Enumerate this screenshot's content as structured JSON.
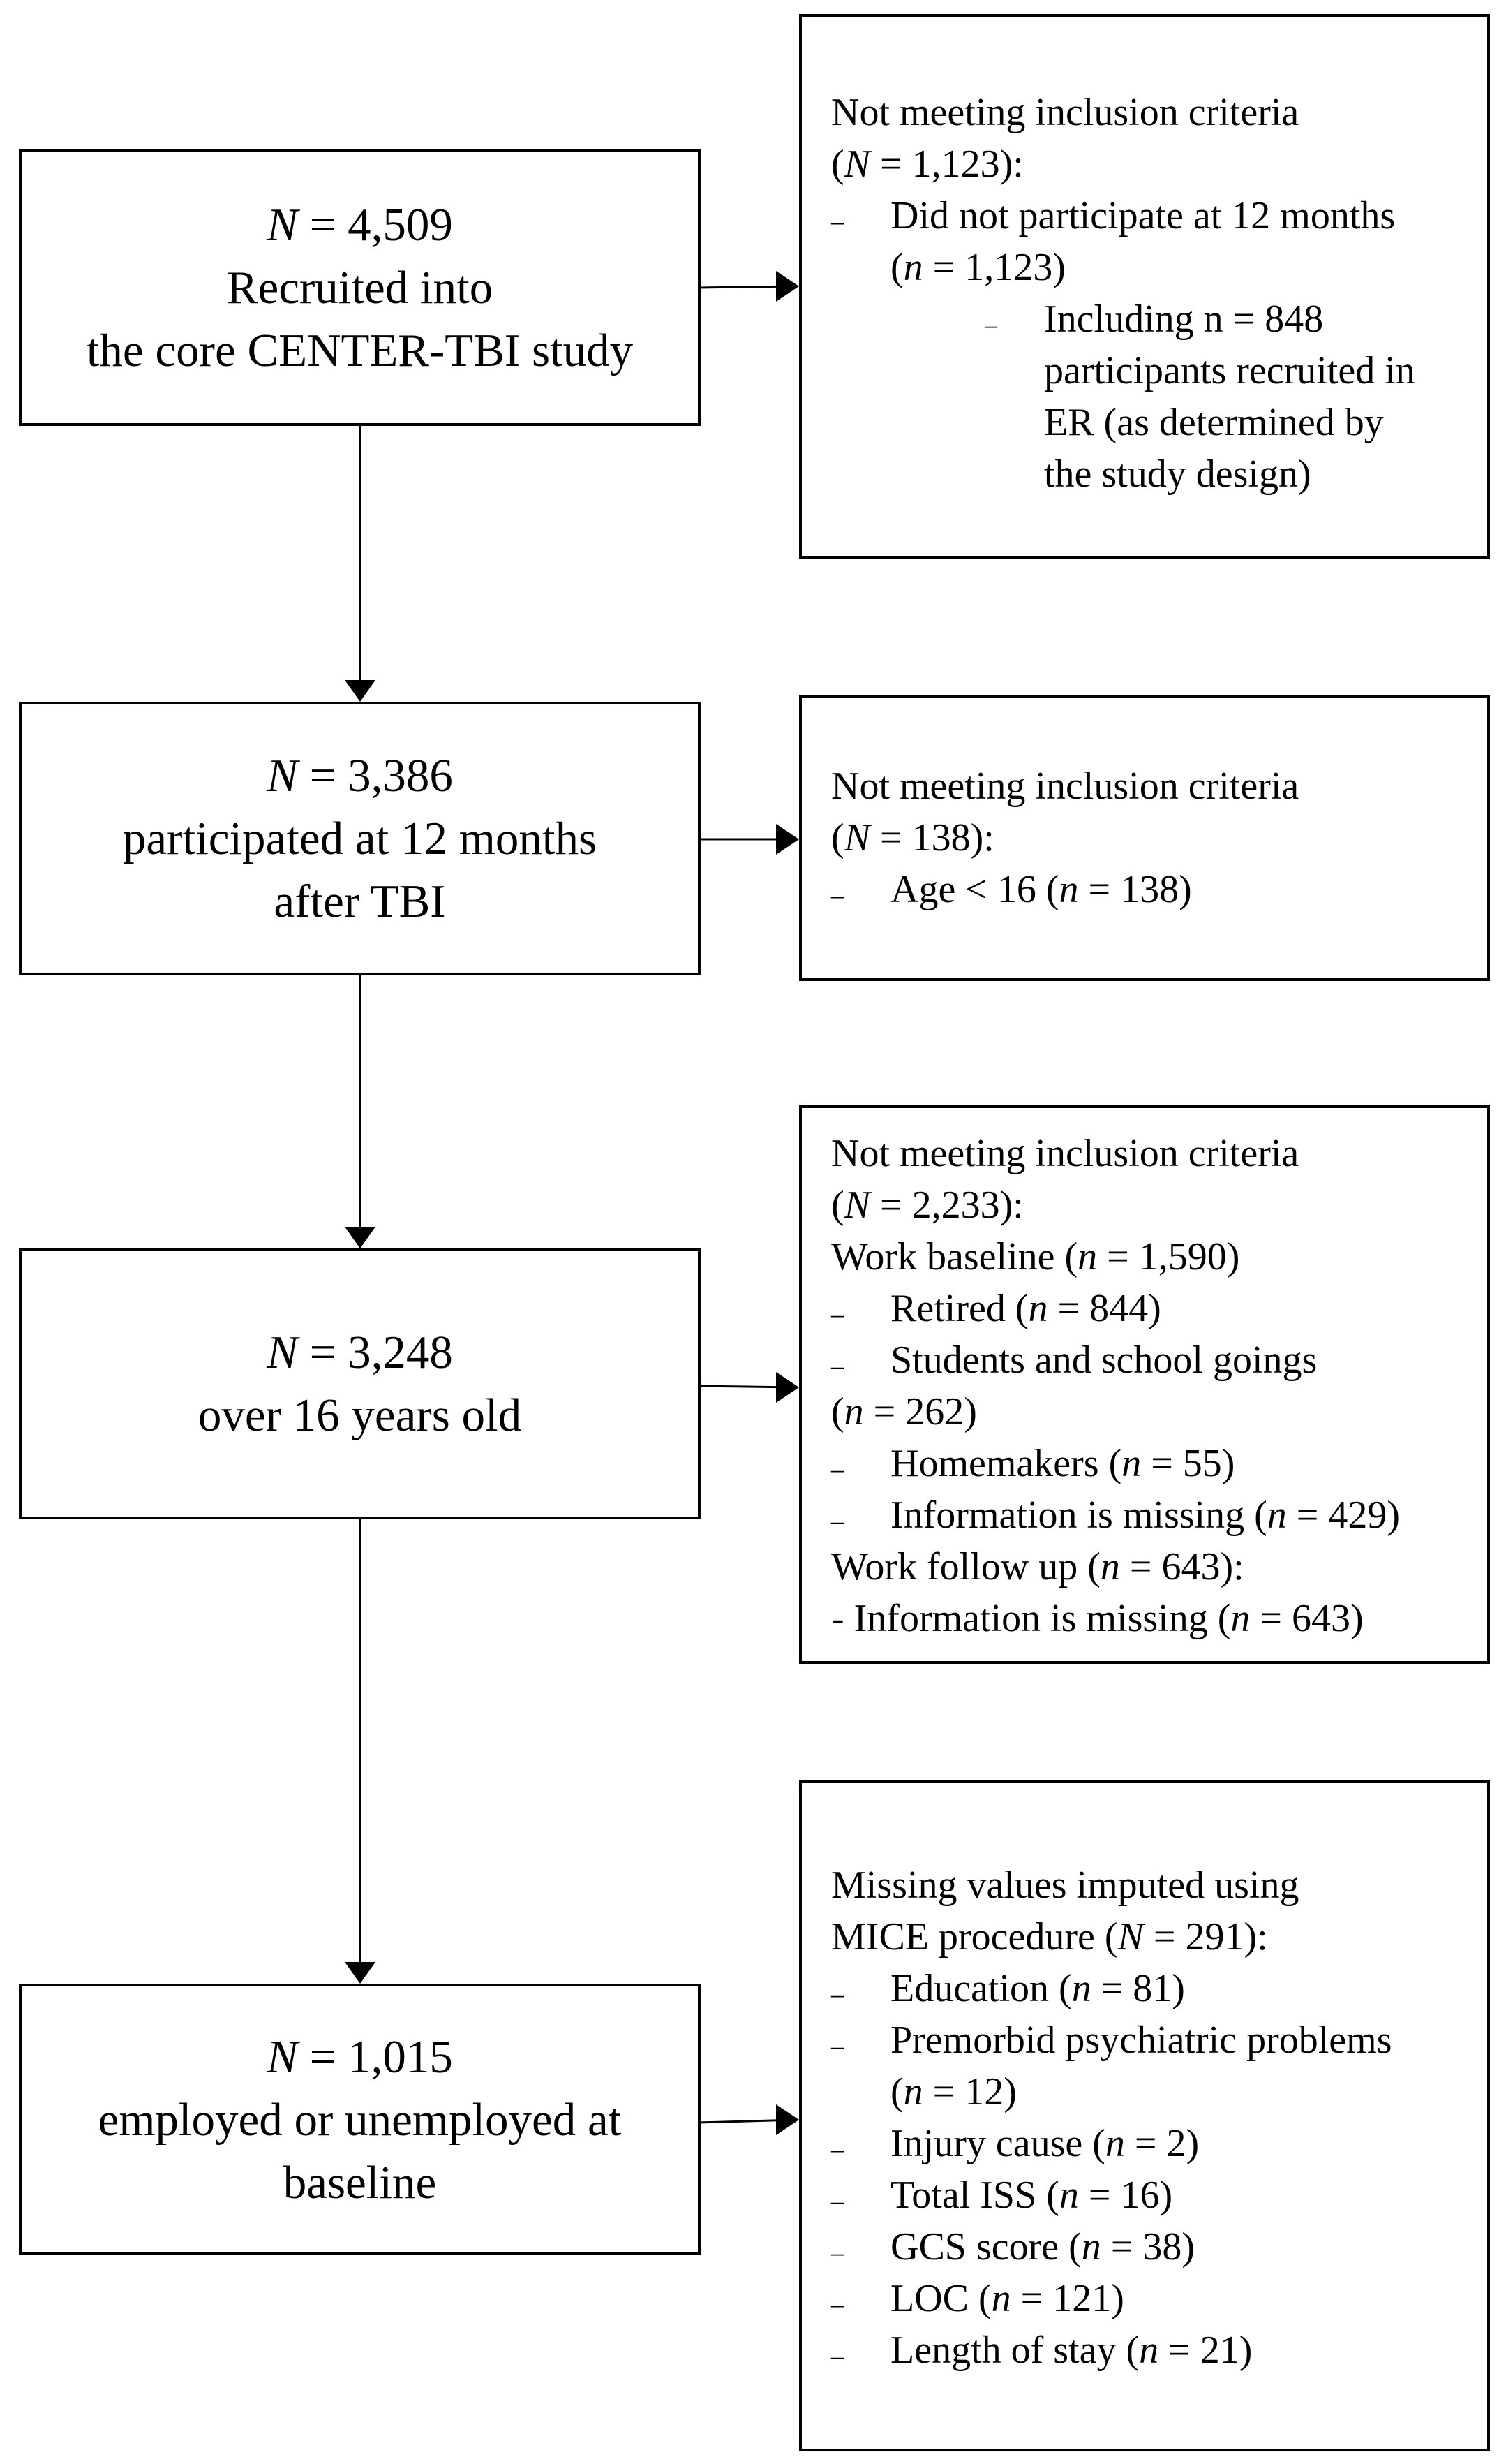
{
  "main_boxes": [
    {
      "count": "= 4,509",
      "text1": "Recruited into",
      "text2": "the core CENTER-TBI study"
    },
    {
      "count": "= 3,386",
      "text1": "participated at 12 months",
      "text2": "after TBI"
    },
    {
      "count": "= 3,248",
      "text1": "over 16 years old"
    },
    {
      "count": "= 1,015",
      "text1": "employed or unemployed at",
      "text2": "baseline"
    }
  ],
  "excl1": {
    "title": "Not meeting inclusion criteria",
    "total": "= 1,123):",
    "item1": "Did not participate at 12 months",
    "item1_n": "= 1,123)",
    "sub1_a": "Including n = 848",
    "sub1_b": "participants recruited in",
    "sub1_c": "ER (as determined by",
    "sub1_d": "the study design)"
  },
  "excl2": {
    "title": "Not meeting inclusion criteria",
    "total": "= 138):",
    "item1": "Age < 16 (",
    "item1_n": "= 138)"
  },
  "excl3": {
    "title": "Not meeting inclusion criteria",
    "total": "= 2,233):",
    "work_baseline": "Work baseline (",
    "work_baseline_n": "= 1,590)",
    "retired": "Retired (",
    "retired_n": "= 844)",
    "students": "Students and school goings",
    "students_n": "= 262)",
    "homemakers": "Homemakers (",
    "homemakers_n": "= 55)",
    "info_missing": "Information is missing (",
    "info_missing_n": "= 429)",
    "work_followup": "Work follow up (",
    "work_followup_n": "= 643):",
    "followup_missing": "- Information is missing (",
    "followup_missing_n": "= 643)"
  },
  "imputed": {
    "title": "Missing values imputed using",
    "procedure": "MICE procedure (",
    "total": "= 291):",
    "education": "Education (",
    "education_n": "= 81)",
    "psychiatric": "Premorbid psychiatric problems",
    "psychiatric_n": "= 12)",
    "injury": "Injury cause (",
    "injury_n": "= 2)",
    "iss": "Total ISS (",
    "iss_n": "= 16)",
    "gcs": "GCS score (",
    "gcs_n": "= 38)",
    "loc": "LOC (",
    "loc_n": "= 121)",
    "stay": "Length of stay (",
    "stay_n": "= 21)"
  }
}
